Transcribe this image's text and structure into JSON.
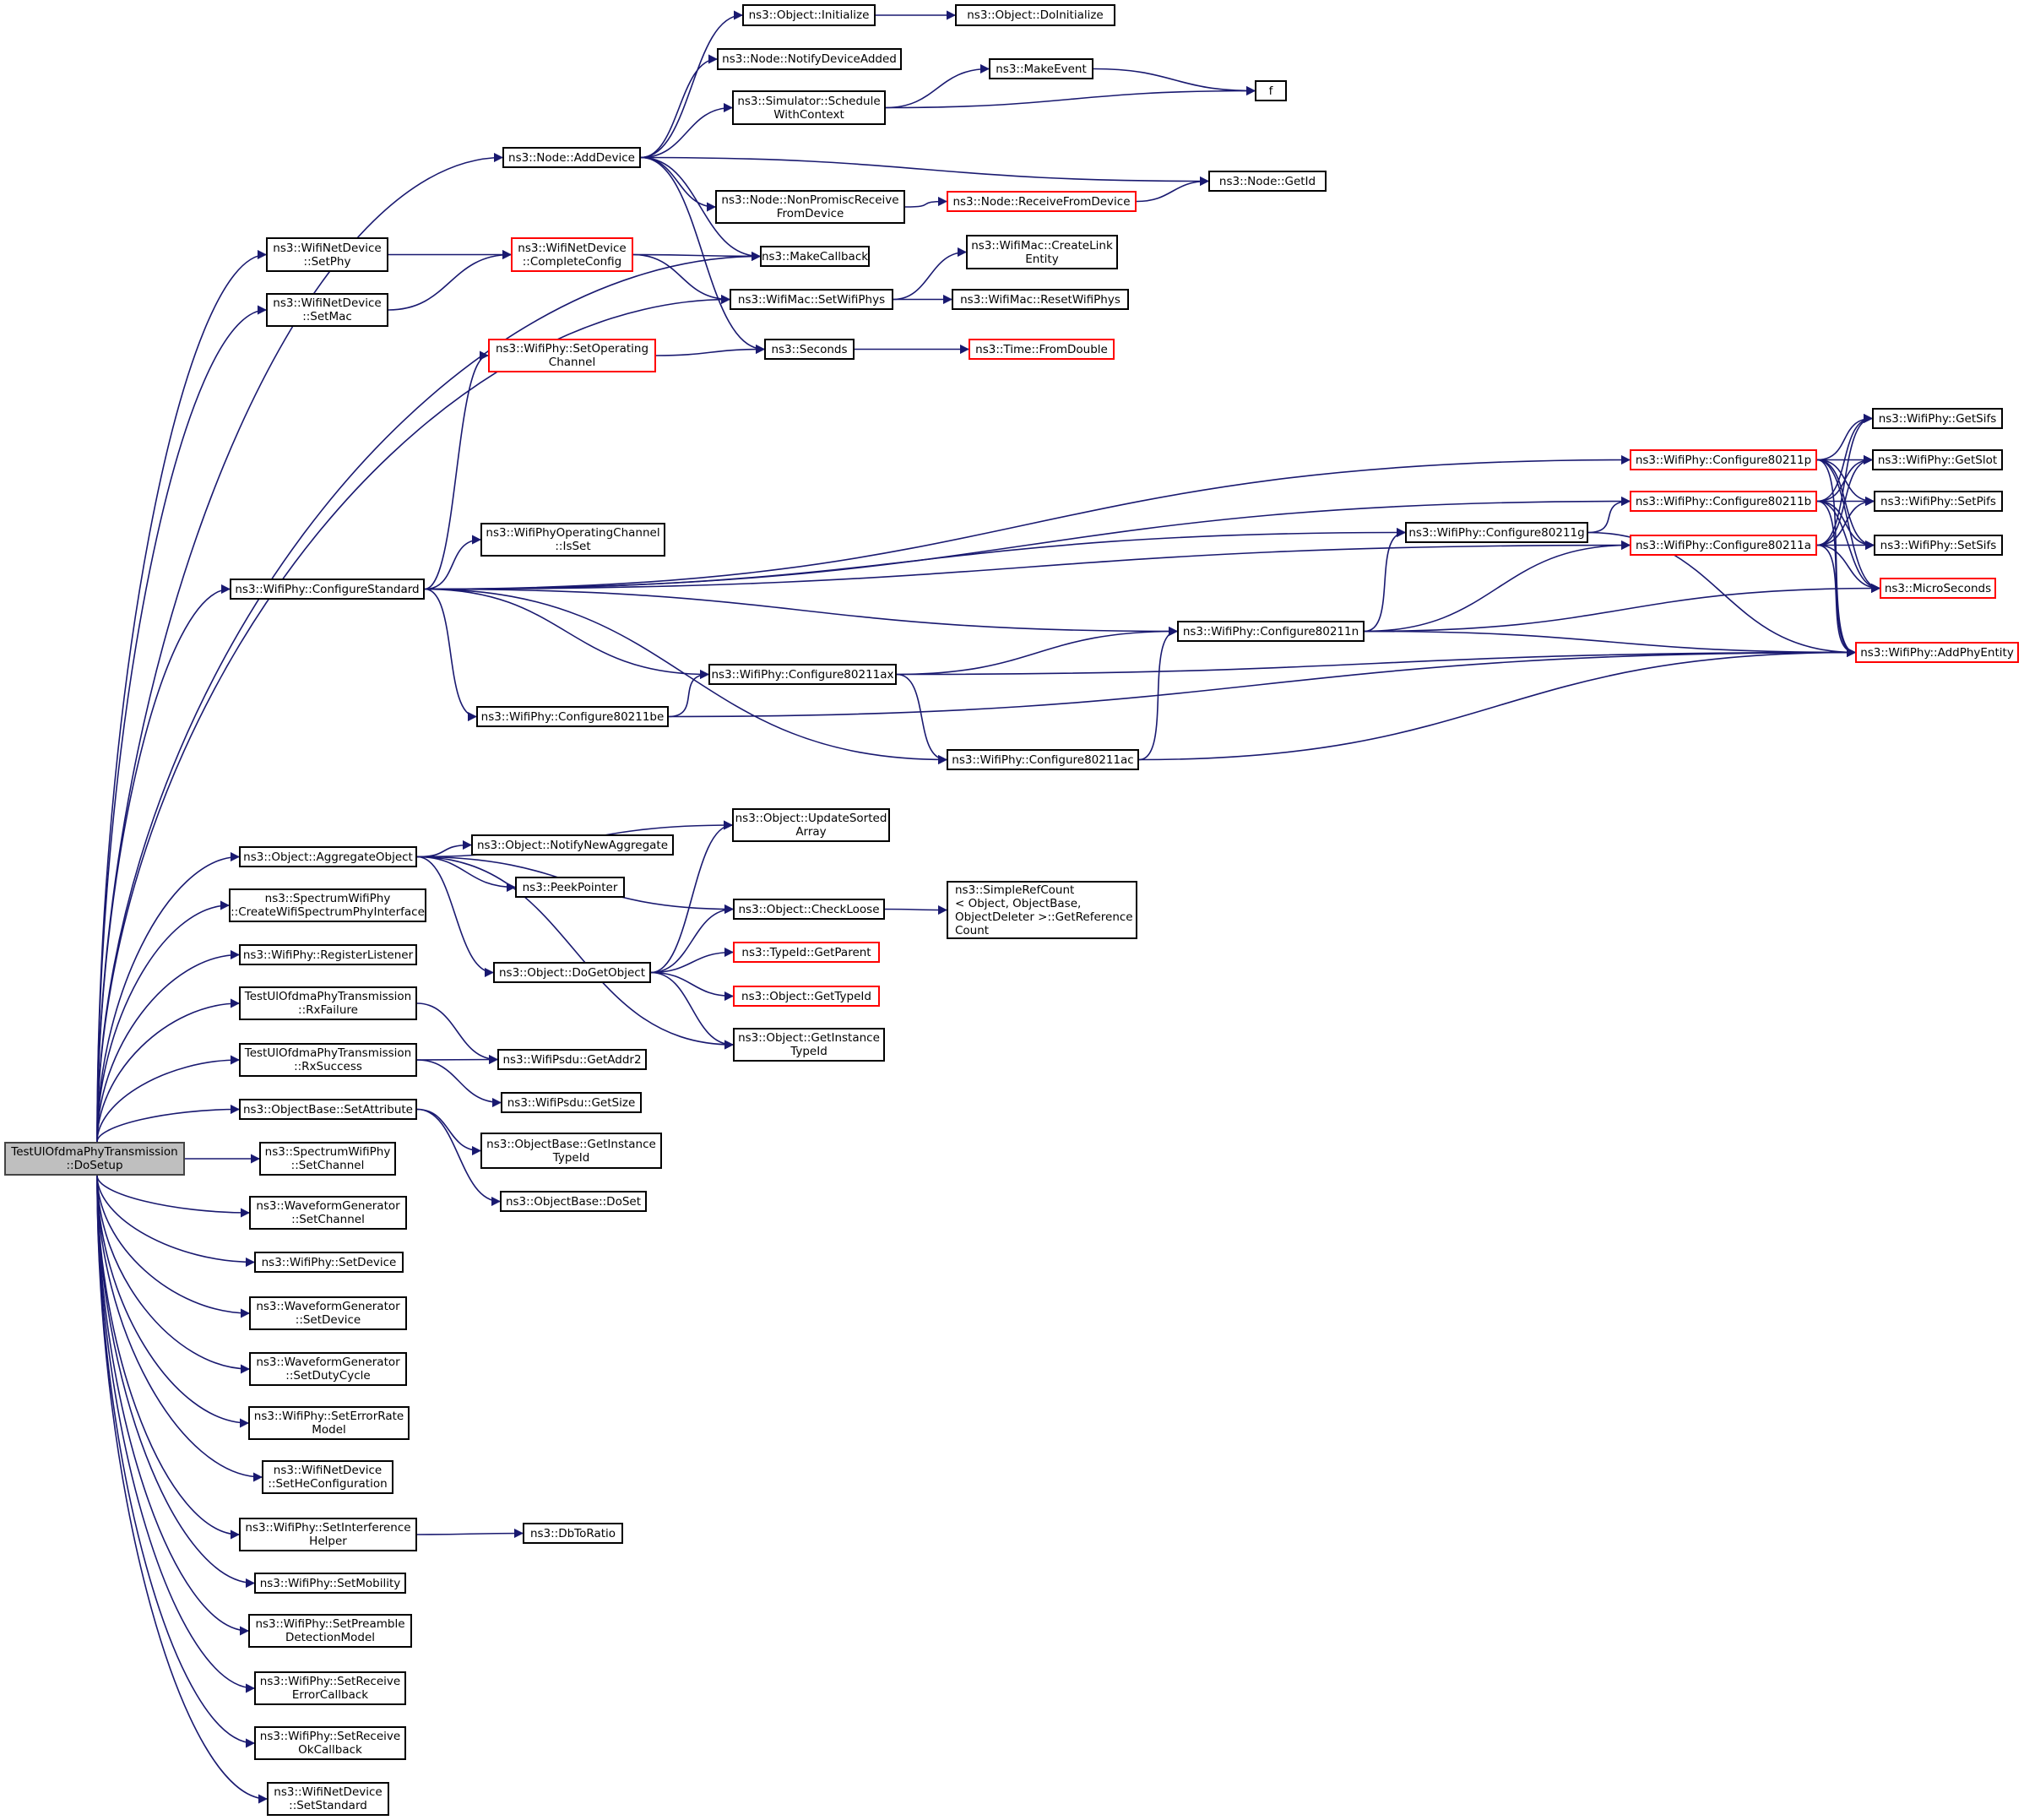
{
  "graph": {
    "type": "call-graph",
    "edge_color": "#191970",
    "colors": {
      "normal_border": "#000000",
      "truncated_border": "#ff0000",
      "root_fill": "#bfbfbf"
    },
    "nodes": [
      {
        "id": "DoSetup",
        "label": "TestUlOfdmaPhyTransmission\n::DoSetup",
        "style": "root"
      },
      {
        "id": "AddDevice",
        "label": "ns3::Node::AddDevice",
        "style": "normal"
      },
      {
        "id": "ObjInit",
        "label": "ns3::Object::Initialize",
        "style": "normal"
      },
      {
        "id": "ObjDoInit",
        "label": "ns3::Object::DoInitialize",
        "style": "normal"
      },
      {
        "id": "NotifyDevAdded",
        "label": "ns3::Node::NotifyDeviceAdded",
        "style": "normal"
      },
      {
        "id": "SchedCtx",
        "label": "ns3::Simulator::Schedule\nWithContext",
        "style": "normal"
      },
      {
        "id": "MakeEvent",
        "label": "ns3::MakeEvent",
        "style": "normal"
      },
      {
        "id": "f",
        "label": "f",
        "style": "normal"
      },
      {
        "id": "GetId",
        "label": "ns3::Node::GetId",
        "style": "normal"
      },
      {
        "id": "NonPromisc",
        "label": "ns3::Node::NonPromiscReceive\nFromDevice",
        "style": "normal"
      },
      {
        "id": "RecvFromDev",
        "label": "ns3::Node::ReceiveFromDevice",
        "style": "truncated"
      },
      {
        "id": "SetPhy",
        "label": "ns3::WifiNetDevice\n::SetPhy",
        "style": "normal"
      },
      {
        "id": "SetMac",
        "label": "ns3::WifiNetDevice\n::SetMac",
        "style": "normal"
      },
      {
        "id": "CompleteConfig",
        "label": "ns3::WifiNetDevice\n::CompleteConfig",
        "style": "truncated"
      },
      {
        "id": "MakeCallback",
        "label": "ns3::MakeCallback",
        "style": "normal"
      },
      {
        "id": "CreateLink",
        "label": "ns3::WifiMac::CreateLink\nEntity",
        "style": "normal"
      },
      {
        "id": "SetWifiPhys",
        "label": "ns3::WifiMac::SetWifiPhys",
        "style": "normal"
      },
      {
        "id": "ResetWifiPhys",
        "label": "ns3::WifiMac::ResetWifiPhys",
        "style": "normal"
      },
      {
        "id": "SetOpChan",
        "label": "ns3::WifiPhy::SetOperating\nChannel",
        "style": "truncated"
      },
      {
        "id": "Seconds",
        "label": "ns3::Seconds",
        "style": "normal"
      },
      {
        "id": "FromDouble",
        "label": "ns3::Time::FromDouble",
        "style": "truncated"
      },
      {
        "id": "ConfStd",
        "label": "ns3::WifiPhy::ConfigureStandard",
        "style": "normal"
      },
      {
        "id": "IsSet",
        "label": "ns3::WifiPhyOperatingChannel\n::IsSet",
        "style": "normal"
      },
      {
        "id": "C11p",
        "label": "ns3::WifiPhy::Configure80211p",
        "style": "truncated"
      },
      {
        "id": "C11b",
        "label": "ns3::WifiPhy::Configure80211b",
        "style": "truncated"
      },
      {
        "id": "C11a",
        "label": "ns3::WifiPhy::Configure80211a",
        "style": "truncated"
      },
      {
        "id": "C11g",
        "label": "ns3::WifiPhy::Configure80211g",
        "style": "normal"
      },
      {
        "id": "C11n",
        "label": "ns3::WifiPhy::Configure80211n",
        "style": "normal"
      },
      {
        "id": "C11ax",
        "label": "ns3::WifiPhy::Configure80211ax",
        "style": "normal"
      },
      {
        "id": "C11be",
        "label": "ns3::WifiPhy::Configure80211be",
        "style": "normal"
      },
      {
        "id": "C11ac",
        "label": "ns3::WifiPhy::Configure80211ac",
        "style": "normal"
      },
      {
        "id": "GetSifs",
        "label": "ns3::WifiPhy::GetSifs",
        "style": "normal"
      },
      {
        "id": "GetSlot",
        "label": "ns3::WifiPhy::GetSlot",
        "style": "normal"
      },
      {
        "id": "SetPifs",
        "label": "ns3::WifiPhy::SetPifs",
        "style": "normal"
      },
      {
        "id": "SetSifs",
        "label": "ns3::WifiPhy::SetSifs",
        "style": "normal"
      },
      {
        "id": "MicroSec",
        "label": "ns3::MicroSeconds",
        "style": "truncated"
      },
      {
        "id": "AddPhyEnt",
        "label": "ns3::WifiPhy::AddPhyEntity",
        "style": "truncated"
      },
      {
        "id": "AggObj",
        "label": "ns3::Object::AggregateObject",
        "style": "normal"
      },
      {
        "id": "CreateIface",
        "label": "ns3::SpectrumWifiPhy\n::CreateWifiSpectrumPhyInterface",
        "style": "normal"
      },
      {
        "id": "RegListener",
        "label": "ns3::WifiPhy::RegisterListener",
        "style": "normal"
      },
      {
        "id": "RxFailure",
        "label": "TestUlOfdmaPhyTransmission\n::RxFailure",
        "style": "normal"
      },
      {
        "id": "RxSuccess",
        "label": "TestUlOfdmaPhyTransmission\n::RxSuccess",
        "style": "normal"
      },
      {
        "id": "SetAttr",
        "label": "ns3::ObjectBase::SetAttribute",
        "style": "normal"
      },
      {
        "id": "SWPSetChan",
        "label": "ns3::SpectrumWifiPhy\n::SetChannel",
        "style": "normal"
      },
      {
        "id": "WGSetChan",
        "label": "ns3::WaveformGenerator\n::SetChannel",
        "style": "normal"
      },
      {
        "id": "SetDevice",
        "label": "ns3::WifiPhy::SetDevice",
        "style": "normal"
      },
      {
        "id": "WGSetDev",
        "label": "ns3::WaveformGenerator\n::SetDevice",
        "style": "normal"
      },
      {
        "id": "WGDuty",
        "label": "ns3::WaveformGenerator\n::SetDutyCycle",
        "style": "normal"
      },
      {
        "id": "SetErrRate",
        "label": "ns3::WifiPhy::SetErrorRate\nModel",
        "style": "normal"
      },
      {
        "id": "SetHeConf",
        "label": "ns3::WifiNetDevice\n::SetHeConfiguration",
        "style": "normal"
      },
      {
        "id": "SetIntf",
        "label": "ns3::WifiPhy::SetInterference\nHelper",
        "style": "normal"
      },
      {
        "id": "SetMob",
        "label": "ns3::WifiPhy::SetMobility",
        "style": "normal"
      },
      {
        "id": "SetPreamble",
        "label": "ns3::WifiPhy::SetPreamble\nDetectionModel",
        "style": "normal"
      },
      {
        "id": "SetRxErr",
        "label": "ns3::WifiPhy::SetReceive\nErrorCallback",
        "style": "normal"
      },
      {
        "id": "SetRxOk",
        "label": "ns3::WifiPhy::SetReceive\nOkCallback",
        "style": "normal"
      },
      {
        "id": "SetStd",
        "label": "ns3::WifiNetDevice\n::SetStandard",
        "style": "normal"
      },
      {
        "id": "UpdSorted",
        "label": "ns3::Object::UpdateSorted\nArray",
        "style": "normal"
      },
      {
        "id": "NotifyNewAgg",
        "label": "ns3::Object::NotifyNewAggregate",
        "style": "normal"
      },
      {
        "id": "PeekPtr",
        "label": "ns3::PeekPointer",
        "style": "normal"
      },
      {
        "id": "CheckLoose",
        "label": "ns3::Object::CheckLoose",
        "style": "normal"
      },
      {
        "id": "RefCount",
        "label": "ns3::SimpleRefCount\n< Object, ObjectBase,\n ObjectDeleter >::GetReference\nCount",
        "style": "normal"
      },
      {
        "id": "DoGetObj",
        "label": "ns3::Object::DoGetObject",
        "style": "normal"
      },
      {
        "id": "GetParent",
        "label": "ns3::TypeId::GetParent",
        "style": "truncated"
      },
      {
        "id": "GetTypeId",
        "label": "ns3::Object::GetTypeId",
        "style": "truncated"
      },
      {
        "id": "ObjGetInst",
        "label": "ns3::Object::GetInstance\nTypeId",
        "style": "normal"
      },
      {
        "id": "GetAddr2",
        "label": "ns3::WifiPsdu::GetAddr2",
        "style": "normal"
      },
      {
        "id": "GetSize",
        "label": "ns3::WifiPsdu::GetSize",
        "style": "normal"
      },
      {
        "id": "OBGetInst",
        "label": "ns3::ObjectBase::GetInstance\nTypeId",
        "style": "normal"
      },
      {
        "id": "DoSet",
        "label": "ns3::ObjectBase::DoSet",
        "style": "normal"
      },
      {
        "id": "DbToRatio",
        "label": "ns3::DbToRatio",
        "style": "normal"
      }
    ],
    "edges": [
      [
        "DoSetup",
        "AddDevice"
      ],
      [
        "DoSetup",
        "MakeCallback"
      ],
      [
        "DoSetup",
        "SetPhy"
      ],
      [
        "DoSetup",
        "SetMac"
      ],
      [
        "DoSetup",
        "SetWifiPhys"
      ],
      [
        "DoSetup",
        "ConfStd"
      ],
      [
        "DoSetup",
        "AggObj"
      ],
      [
        "DoSetup",
        "CreateIface"
      ],
      [
        "DoSetup",
        "RegListener"
      ],
      [
        "DoSetup",
        "RxFailure"
      ],
      [
        "DoSetup",
        "RxSuccess"
      ],
      [
        "DoSetup",
        "SetAttr"
      ],
      [
        "DoSetup",
        "SWPSetChan"
      ],
      [
        "DoSetup",
        "WGSetChan"
      ],
      [
        "DoSetup",
        "SetDevice"
      ],
      [
        "DoSetup",
        "WGSetDev"
      ],
      [
        "DoSetup",
        "WGDuty"
      ],
      [
        "DoSetup",
        "SetErrRate"
      ],
      [
        "DoSetup",
        "SetHeConf"
      ],
      [
        "DoSetup",
        "SetIntf"
      ],
      [
        "DoSetup",
        "SetMob"
      ],
      [
        "DoSetup",
        "SetPreamble"
      ],
      [
        "DoSetup",
        "SetRxErr"
      ],
      [
        "DoSetup",
        "SetRxOk"
      ],
      [
        "DoSetup",
        "SetStd"
      ],
      [
        "AddDevice",
        "ObjInit"
      ],
      [
        "AddDevice",
        "NotifyDevAdded"
      ],
      [
        "AddDevice",
        "SchedCtx"
      ],
      [
        "AddDevice",
        "GetId"
      ],
      [
        "AddDevice",
        "NonPromisc"
      ],
      [
        "AddDevice",
        "MakeCallback"
      ],
      [
        "AddDevice",
        "Seconds"
      ],
      [
        "ObjInit",
        "ObjDoInit"
      ],
      [
        "SchedCtx",
        "MakeEvent"
      ],
      [
        "SchedCtx",
        "f"
      ],
      [
        "MakeEvent",
        "f"
      ],
      [
        "NonPromisc",
        "RecvFromDev"
      ],
      [
        "RecvFromDev",
        "GetId"
      ],
      [
        "SetPhy",
        "CompleteConfig"
      ],
      [
        "SetMac",
        "CompleteConfig"
      ],
      [
        "CompleteConfig",
        "MakeCallback"
      ],
      [
        "CompleteConfig",
        "SetWifiPhys"
      ],
      [
        "SetWifiPhys",
        "CreateLink"
      ],
      [
        "SetWifiPhys",
        "ResetWifiPhys"
      ],
      [
        "SetOpChan",
        "Seconds"
      ],
      [
        "Seconds",
        "FromDouble"
      ],
      [
        "ConfStd",
        "SetOpChan"
      ],
      [
        "ConfStd",
        "IsSet"
      ],
      [
        "ConfStd",
        "C11p"
      ],
      [
        "ConfStd",
        "C11b"
      ],
      [
        "ConfStd",
        "C11a"
      ],
      [
        "ConfStd",
        "C11g"
      ],
      [
        "ConfStd",
        "C11n"
      ],
      [
        "ConfStd",
        "C11ax"
      ],
      [
        "ConfStd",
        "C11be"
      ],
      [
        "ConfStd",
        "C11ac"
      ],
      [
        "C11p",
        "GetSifs"
      ],
      [
        "C11p",
        "GetSlot"
      ],
      [
        "C11p",
        "SetPifs"
      ],
      [
        "C11p",
        "SetSifs"
      ],
      [
        "C11p",
        "MicroSec"
      ],
      [
        "C11p",
        "AddPhyEnt"
      ],
      [
        "C11b",
        "GetSifs"
      ],
      [
        "C11b",
        "GetSlot"
      ],
      [
        "C11b",
        "SetPifs"
      ],
      [
        "C11b",
        "SetSifs"
      ],
      [
        "C11b",
        "MicroSec"
      ],
      [
        "C11b",
        "AddPhyEnt"
      ],
      [
        "C11a",
        "GetSifs"
      ],
      [
        "C11a",
        "GetSlot"
      ],
      [
        "C11a",
        "SetPifs"
      ],
      [
        "C11a",
        "SetSifs"
      ],
      [
        "C11a",
        "MicroSec"
      ],
      [
        "C11a",
        "AddPhyEnt"
      ],
      [
        "C11g",
        "C11b"
      ],
      [
        "C11g",
        "AddPhyEnt"
      ],
      [
        "C11n",
        "C11g"
      ],
      [
        "C11n",
        "C11a"
      ],
      [
        "C11n",
        "MicroSec"
      ],
      [
        "C11n",
        "AddPhyEnt"
      ],
      [
        "C11ax",
        "C11n"
      ],
      [
        "C11ax",
        "C11ac"
      ],
      [
        "C11ax",
        "AddPhyEnt"
      ],
      [
        "C11be",
        "C11ax"
      ],
      [
        "C11be",
        "AddPhyEnt"
      ],
      [
        "C11ac",
        "C11n"
      ],
      [
        "C11ac",
        "AddPhyEnt"
      ],
      [
        "AggObj",
        "UpdSorted"
      ],
      [
        "AggObj",
        "NotifyNewAgg"
      ],
      [
        "AggObj",
        "PeekPtr"
      ],
      [
        "AggObj",
        "CheckLoose"
      ],
      [
        "AggObj",
        "DoGetObj"
      ],
      [
        "AggObj",
        "ObjGetInst"
      ],
      [
        "CheckLoose",
        "RefCount"
      ],
      [
        "DoGetObj",
        "UpdSorted"
      ],
      [
        "DoGetObj",
        "CheckLoose"
      ],
      [
        "DoGetObj",
        "GetParent"
      ],
      [
        "DoGetObj",
        "GetTypeId"
      ],
      [
        "DoGetObj",
        "ObjGetInst"
      ],
      [
        "RxFailure",
        "GetAddr2"
      ],
      [
        "RxSuccess",
        "GetAddr2"
      ],
      [
        "RxSuccess",
        "GetSize"
      ],
      [
        "SetAttr",
        "OBGetInst"
      ],
      [
        "SetAttr",
        "DoSet"
      ],
      [
        "SetIntf",
        "DbToRatio"
      ]
    ]
  }
}
